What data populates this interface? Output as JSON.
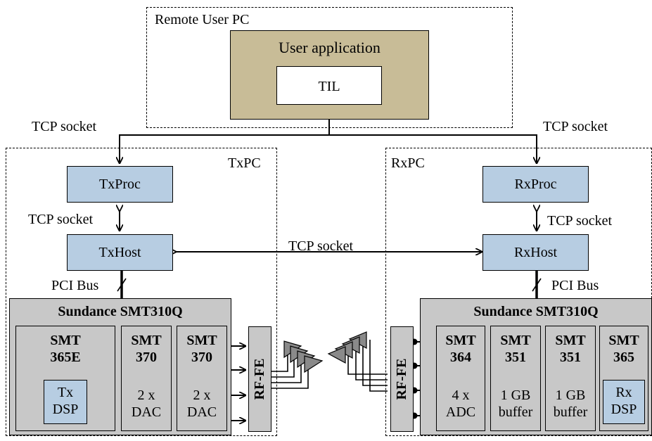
{
  "remote": {
    "title": "Remote User PC",
    "user_app": "User application",
    "til": "TIL"
  },
  "tcp_left": "TCP socket",
  "tcp_right": "TCP socket",
  "tcp_mid": "TCP socket",
  "tx": {
    "pc": "TxPC",
    "proc": "TxProc",
    "host": "TxHost",
    "tcp_label": "TCP socket",
    "pci": "PCI Bus",
    "board": "Sundance SMT310Q",
    "m1": {
      "t1": "SMT",
      "t2": "365E"
    },
    "dsp": {
      "l1": "Tx",
      "l2": "DSP"
    },
    "m2": {
      "t1": "SMT",
      "t2": "370",
      "d1": "2 x",
      "d2": "DAC"
    },
    "m3": {
      "t1": "SMT",
      "t2": "370",
      "d1": "2 x",
      "d2": "DAC"
    },
    "rffe": "RF-FE"
  },
  "rx": {
    "pc": "RxPC",
    "proc": "RxProc",
    "host": "RxHost",
    "tcp_label": "TCP socket",
    "pci": "PCI Bus",
    "board": "Sundance SMT310Q",
    "rffe": "RF-FE",
    "m1": {
      "t1": "SMT",
      "t2": "364",
      "d1": "4 x",
      "d2": "ADC"
    },
    "m2": {
      "t1": "SMT",
      "t2": "351",
      "d1": "1 GB",
      "d2": "buffer"
    },
    "m3": {
      "t1": "SMT",
      "t2": "351",
      "d1": "1 GB",
      "d2": "buffer"
    },
    "m4": {
      "t1": "SMT",
      "t2": "365"
    },
    "dsp": {
      "l1": "Rx",
      "l2": "DSP"
    }
  },
  "colors": {
    "blue": "#b7cde2",
    "gray": "#c8c8c8",
    "tan": "#c8bc97",
    "antenna": "#8a8a8a"
  }
}
